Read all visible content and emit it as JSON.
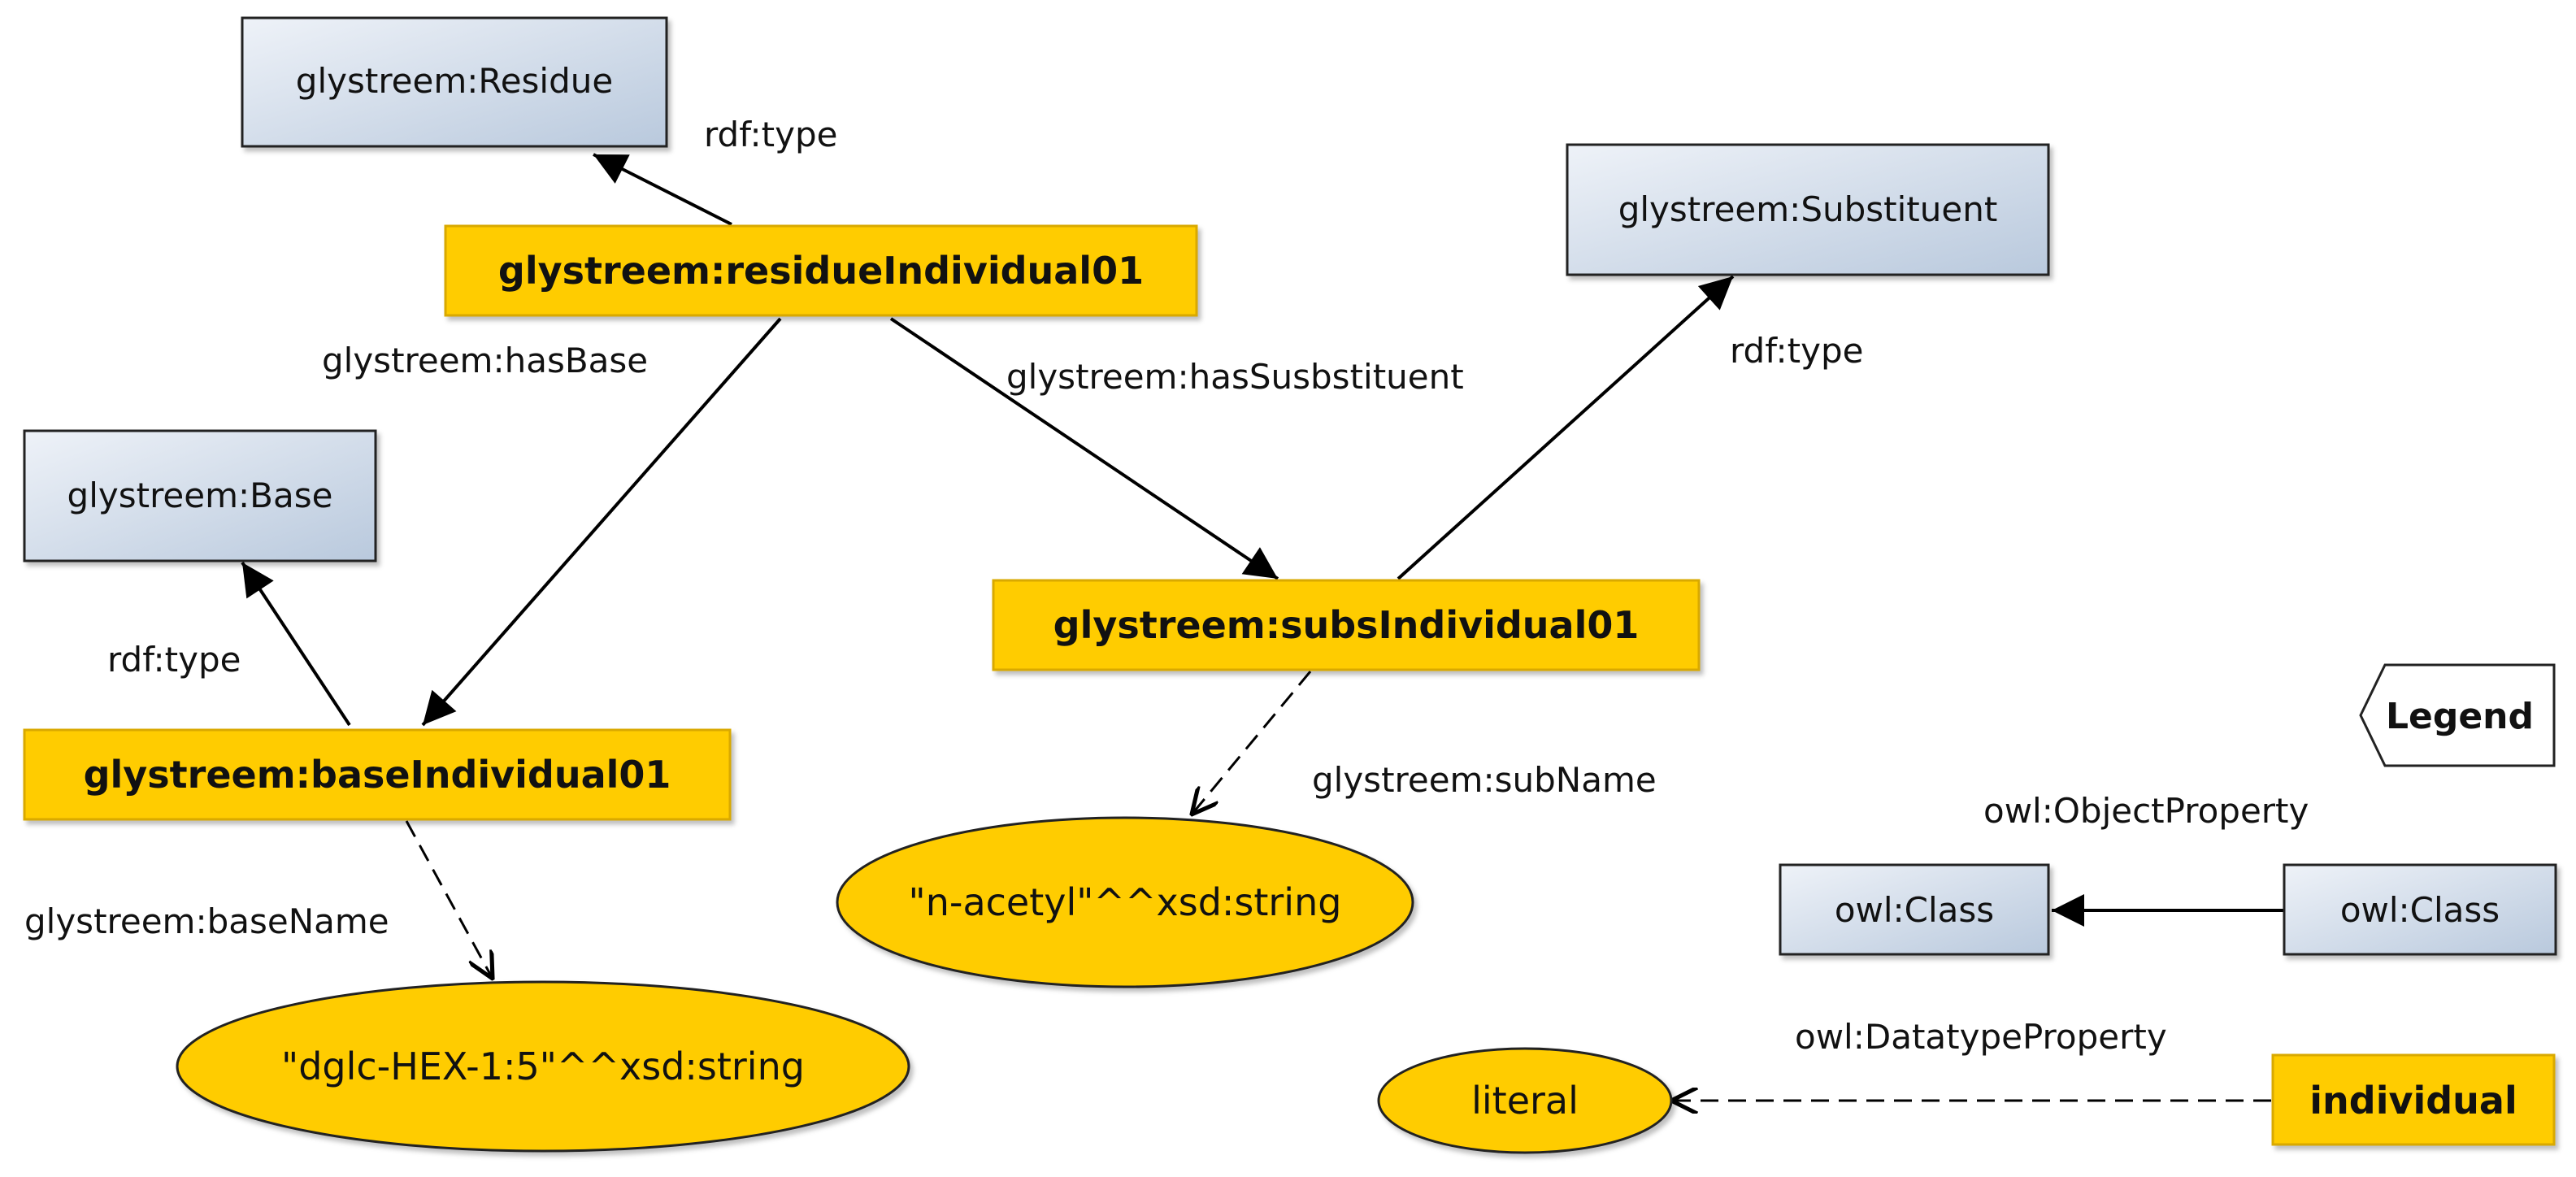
{
  "nodes": {
    "residue_class": "glystreem:Residue",
    "substituent_class": "glystreem:Substituent",
    "base_class": "glystreem:Base",
    "residue_individual": "glystreem:residueIndividual01",
    "subs_individual": "glystreem:subsIndividual01",
    "base_individual": "glystreem:baseIndividual01",
    "acetyl_literal": "\"n-acetyl\"^^xsd:string",
    "base_literal": "\"dglc-HEX-1:5\"^^xsd:string"
  },
  "edges": {
    "residue_type": "rdf:type",
    "has_base": "glystreem:hasBase",
    "has_substituent": "glystreem:hasSusbstituent",
    "subs_type": "rdf:type",
    "base_type": "rdf:type",
    "sub_name": "glystreem:subName",
    "base_name": "glystreem:baseName"
  },
  "legend": {
    "title": "Legend",
    "object_property": "owl:ObjectProperty",
    "class_left": "owl:Class",
    "class_right": "owl:Class",
    "datatype_property": "owl:DatatypeProperty",
    "literal": "literal",
    "individual": "individual"
  },
  "colors": {
    "class_fill_top": "#eef2f8",
    "class_fill_bottom": "#b9c9dd",
    "individual_fill": "#ffcc00",
    "literal_fill": "#ffcc00"
  }
}
